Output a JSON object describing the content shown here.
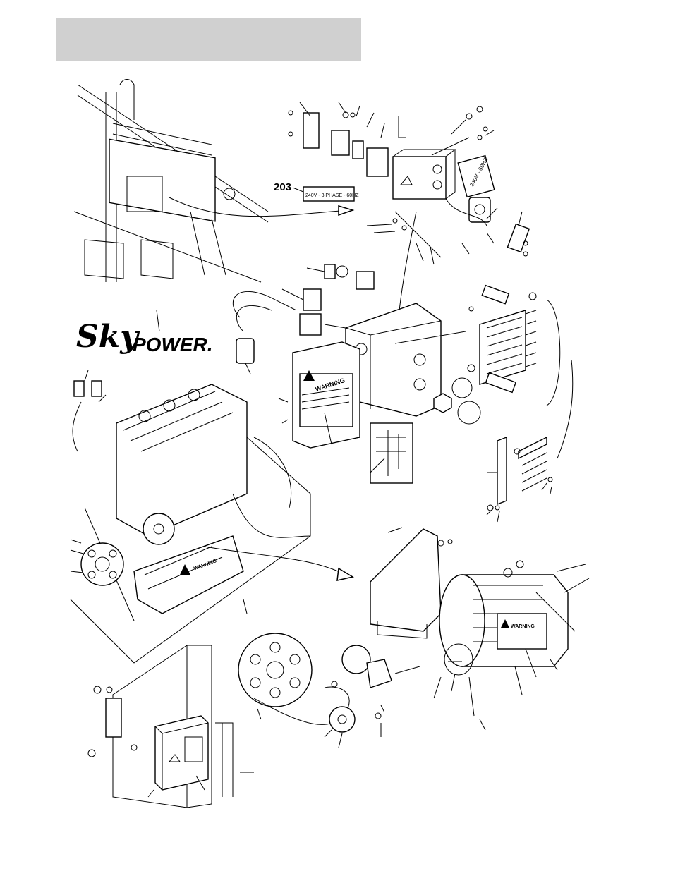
{
  "page": {
    "header_bar_text": ""
  },
  "callouts": {
    "label_ref": "203"
  },
  "decals": {
    "voltage_label": "240V - 3 PHASE - 60HZ",
    "rating_decal": "240V - 60HZ",
    "warning_box": "WARNING",
    "warning_generator": "WARNING",
    "warning_junction": "WARNING"
  },
  "logo": {
    "text_sky": "Sky",
    "text_power": "POWER."
  },
  "icons": [
    "skypower-logo",
    "warning-triangle-icon"
  ]
}
